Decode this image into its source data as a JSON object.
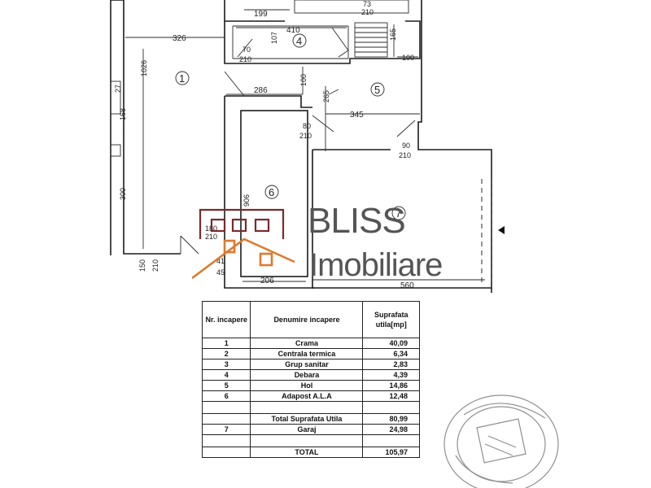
{
  "plan": {
    "dimensions": {
      "d199": "199",
      "d73": "73",
      "d210_top": "210",
      "d326": "326",
      "d410": "410",
      "d107": "107",
      "d165": "165",
      "d100_right": "100",
      "d70": "70",
      "d210_a": "210",
      "d1026": "1026",
      "d27": "27",
      "d168": "168",
      "d300": "300",
      "d286": "286",
      "d100_mid": "100",
      "d265": "265",
      "d345": "345",
      "d80": "80",
      "d210_b": "210",
      "d90": "90",
      "d210_c": "210",
      "d906": "906",
      "d180": "180",
      "d210_d": "210",
      "d41": "41",
      "d45": "45",
      "d206": "206",
      "d560": "560",
      "d150": "150",
      "d210_e": "210"
    },
    "rooms": {
      "r1": "1",
      "r4": "4",
      "r5": "5",
      "r6": "6",
      "r7": "7"
    }
  },
  "logo": {
    "brand": "BLISS",
    "sub": "Imobiliare",
    "accent_color": "#e0792e",
    "roof_color": "#7a2a2e"
  },
  "table": {
    "headers": [
      "Nr. incapere",
      "Denumire incapere",
      "Suprafata utila[mp]"
    ],
    "rows": [
      [
        "1",
        "Crama",
        "40,09"
      ],
      [
        "2",
        "Centrala termica",
        "6,34"
      ],
      [
        "3",
        "Grup sanitar",
        "2,83"
      ],
      [
        "4",
        "Debara",
        "4,39"
      ],
      [
        "5",
        "Hol",
        "14,86"
      ],
      [
        "6",
        "Adapost A.L.A",
        "12,48"
      ]
    ],
    "subtotal": [
      "Total Suprafata Utila",
      "80,99"
    ],
    "garage": [
      "7",
      "Garaj",
      "24,98"
    ],
    "total": [
      "TOTAL",
      "105,97"
    ]
  }
}
